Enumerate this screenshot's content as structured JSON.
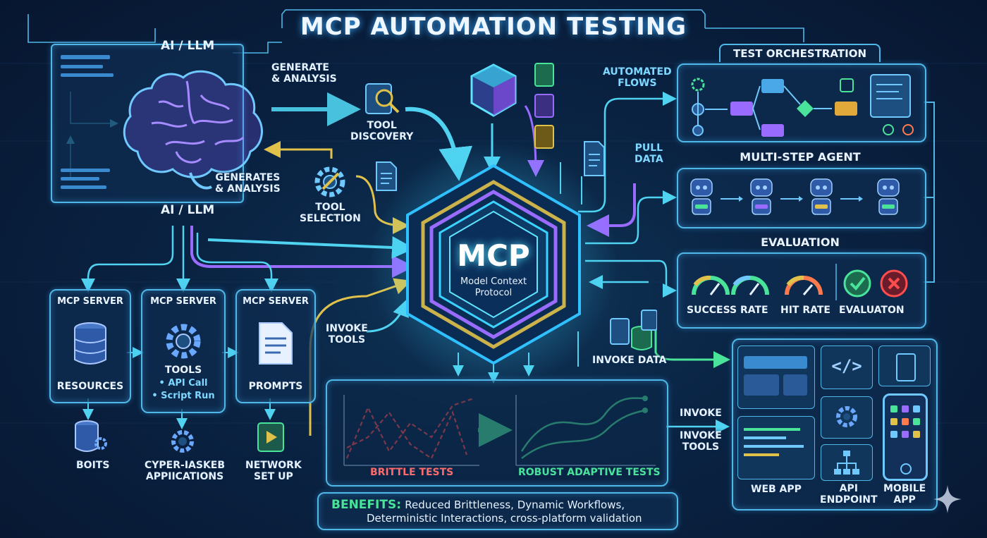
{
  "title": "MCP AUTOMATION TESTING",
  "ai_llm_top": "AI / LLM",
  "ai_llm_bottom": "AI / LLM",
  "generate_analysis_top": [
    "GENERATE",
    "& ANALYSIS"
  ],
  "generates_analysis_mid": [
    "GENERATES",
    "& ANALYSIS"
  ],
  "tool_discovery": [
    "TOOL",
    "DISCOVERY"
  ],
  "tool_selection": [
    "TOOL",
    "SELECTION"
  ],
  "mcp_core": {
    "title": "MCP",
    "sub1": "Model Context",
    "sub2": "Protocol"
  },
  "servers": [
    {
      "header": "MCP SERVER",
      "label": "RESOURCES",
      "below": [
        "BOITS"
      ]
    },
    {
      "header": "MCP SERVER",
      "label": "TOOLS",
      "bullets": [
        "• API Call",
        "• Script Run"
      ],
      "below": [
        "CYPER-IASKEB",
        "APPIICATIONS"
      ]
    },
    {
      "header": "MCP SERVER",
      "label": "PROMPTS",
      "below": [
        "NETWORK",
        "SET UP"
      ]
    }
  ],
  "invoke_tools_mid": [
    "INVOKE",
    "TOOLS"
  ],
  "automated_flows": [
    "AUTOMATED",
    "FLOWS"
  ],
  "pull_data": [
    "PULL",
    "DATA"
  ],
  "invoke_data": "INVOKE DATA",
  "test_orchestration": "TEST ORCHESTRATION",
  "multi_step_agent": "MULTI-STEP AGENT",
  "evaluation": {
    "title": "EVALUATION",
    "success_rate": "SUCCESS RATE",
    "hit_rate": "HIT RATE",
    "evaluator": "EVALUATON"
  },
  "charts": {
    "brittle": "BRITTLE TESTS",
    "robust": "ROBUST ADAPTIVE TESTS"
  },
  "benefits": {
    "heading": "BENEFITS:",
    "line1": "Reduced Brittleness, Dynamic Workflows,",
    "line2": "Deterministic Interactions, cross-platform validation"
  },
  "invoke_right": "INVOKE",
  "invoke_tools_right": [
    "INVOKE",
    "TOOLS"
  ],
  "targets": {
    "web": "WEB APP",
    "api": [
      "API",
      "ENDPOINT"
    ],
    "mobile": [
      "MOBILE",
      "APP"
    ]
  },
  "colors": {
    "cyan": "#4fd3f0",
    "green": "#49e39a",
    "purple": "#9a6bff",
    "yellow": "#e0c14a",
    "red": "#ff4d4d"
  }
}
